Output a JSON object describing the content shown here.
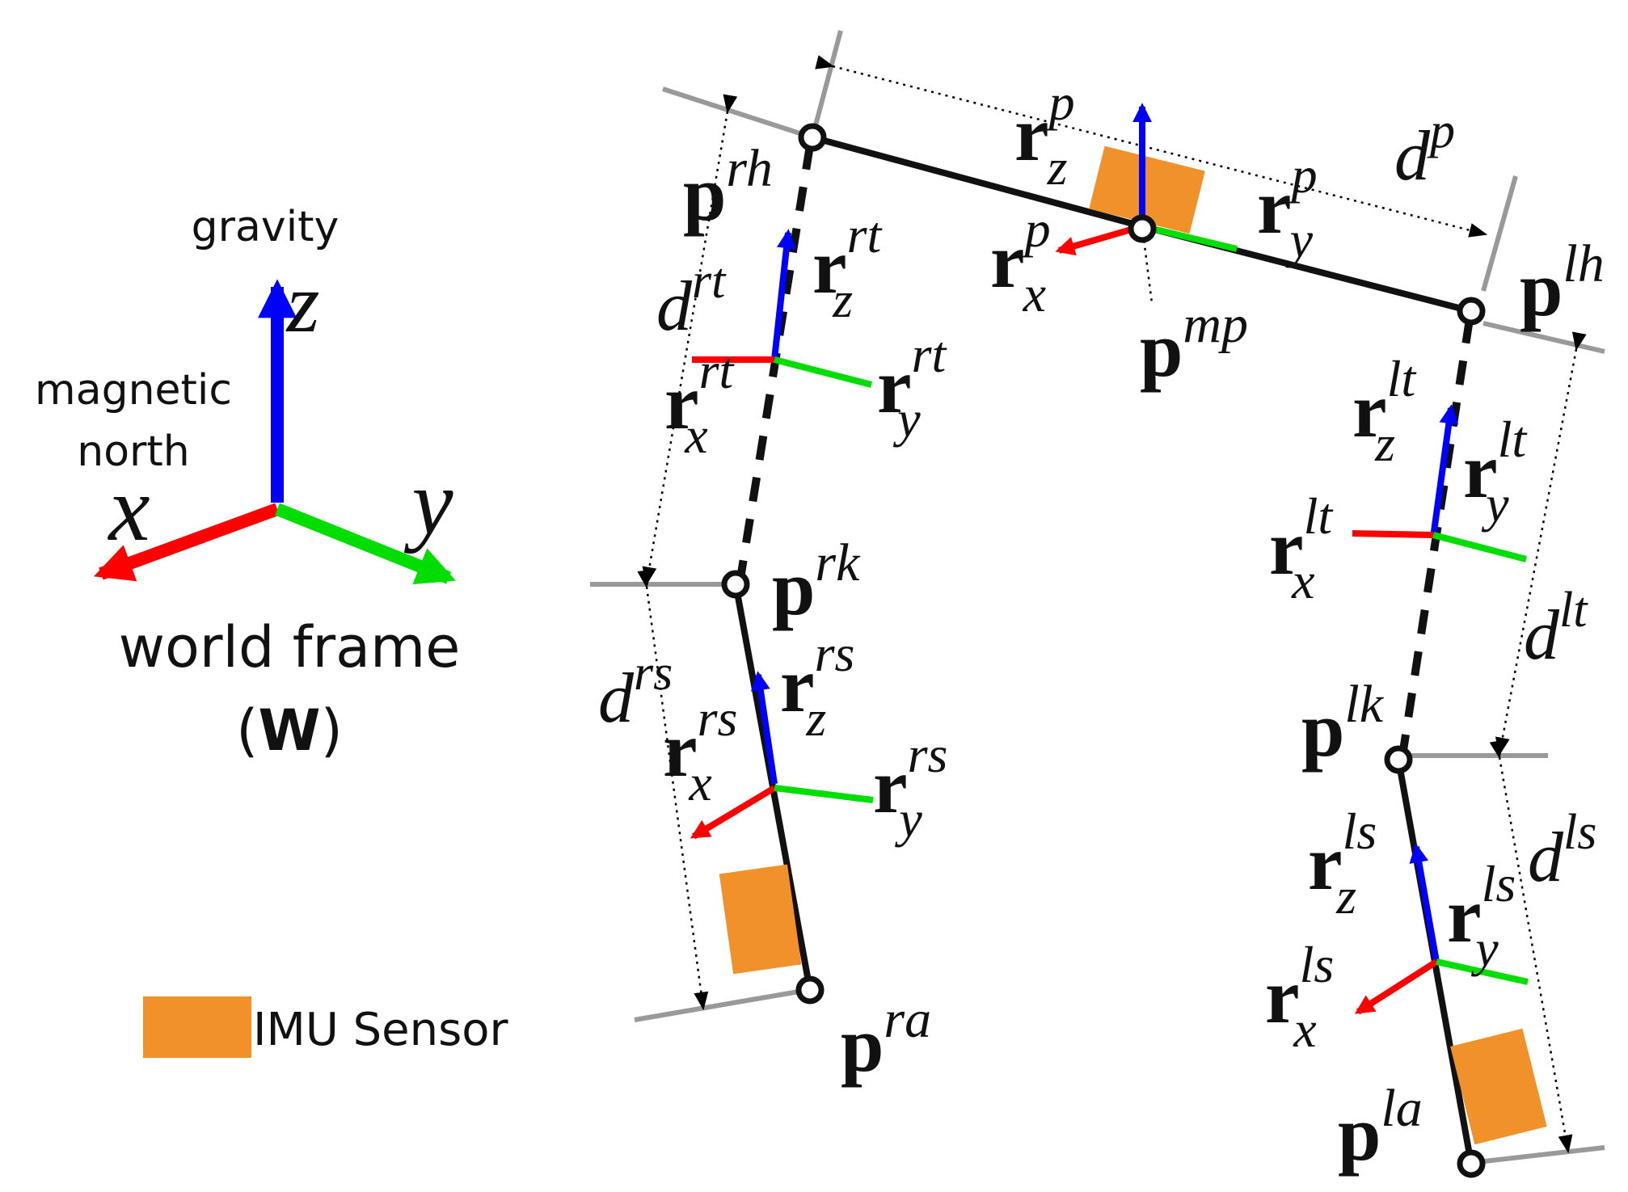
{
  "world_frame": {
    "gravity": "gravity",
    "north_line1": "magnetic",
    "north_line2": "north",
    "axis_x": "x",
    "axis_y": "y",
    "axis_z": "z",
    "title": "world frame",
    "frame_symbol": "W",
    "paren_open": "(",
    "paren_close": ")"
  },
  "legend": {
    "imu_label": "IMU Sensor"
  },
  "colors": {
    "x_axis": "#ff0000",
    "y_axis": "#00dd00",
    "z_axis": "#0000ff",
    "imu": "#f0912a",
    "bone": "#111111",
    "reference_line": "#999999"
  },
  "labels": {
    "d": "d",
    "p": "p",
    "r": "r",
    "sup_p": "p",
    "sup_rh": "rh",
    "sup_lh": "lh",
    "sup_mp": "mp",
    "sup_rk": "rk",
    "sup_lk": "lk",
    "sup_ra": "ra",
    "sup_la": "la",
    "sup_rt": "rt",
    "sup_lt": "lt",
    "sup_rs": "rs",
    "sup_ls": "ls",
    "sub_x": "x",
    "sub_y": "y",
    "sub_z": "z"
  }
}
